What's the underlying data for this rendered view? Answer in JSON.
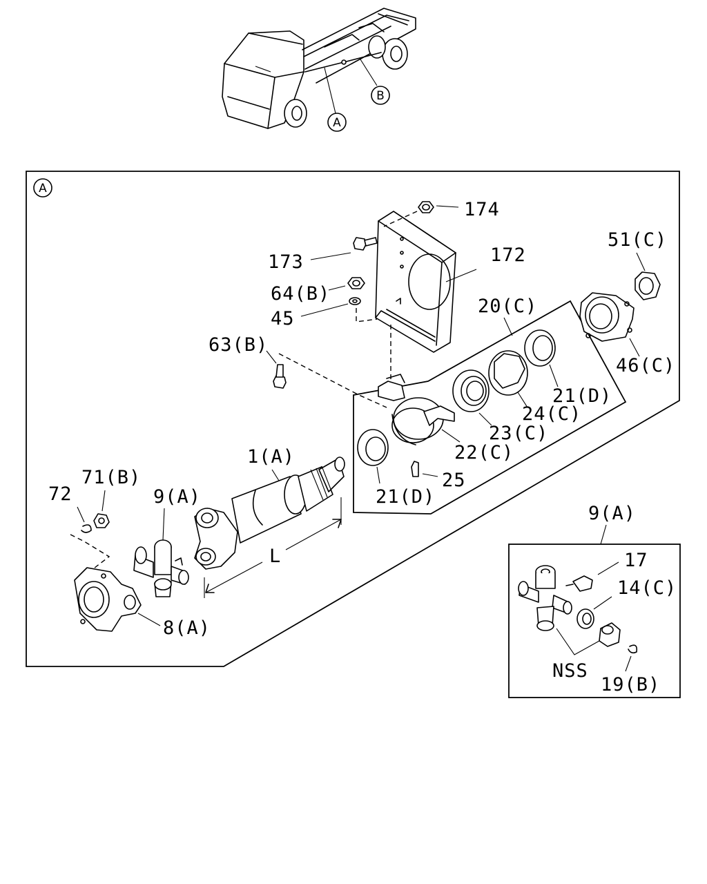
{
  "callouts": {
    "A": "A",
    "B": "B",
    "section": "A"
  },
  "parts": {
    "p174": "174",
    "p173": "173",
    "p172": "172",
    "p64b": "64(B)",
    "p45": "45",
    "p63b": "63(B)",
    "p51c": "51(C)",
    "p20c": "20(C)",
    "p46c": "46(C)",
    "p21d_top": "21(D)",
    "p24c": "24(C)",
    "p23c": "23(C)",
    "p22c": "22(C)",
    "p25": "25",
    "p21d_bottom": "21(D)",
    "p1a": "1(A)",
    "p72": "72",
    "p71b": "71(B)",
    "p9a": "9(A)",
    "p8a": "8(A)",
    "length": "L"
  },
  "detail": {
    "p9a": "9(A)",
    "p17": "17",
    "p14c": "14(C)",
    "nss": "NSS",
    "p19b": "19(B)"
  }
}
